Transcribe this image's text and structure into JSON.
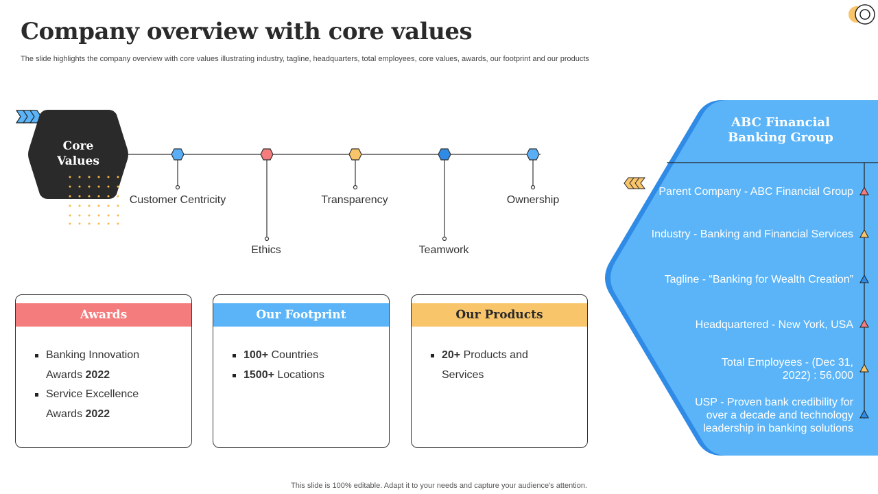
{
  "header": {
    "title": "Company overview with core values",
    "subtitle": "The slide highlights the company overview with core values illustrating industry, tagline, headquarters, total employees, core values, awards, our footprint and our products"
  },
  "core_values": {
    "hex_line1": "Core",
    "hex_line2": "Values",
    "items": [
      {
        "label": "Customer Centricity",
        "color": "#5aaef5"
      },
      {
        "label": "Ethics",
        "color": "#f47c7c"
      },
      {
        "label": "Transparency",
        "color": "#f9c56a"
      },
      {
        "label": "Teamwork",
        "color": "#2f8be6"
      },
      {
        "label": "Ownership",
        "color": "#5aaef5"
      }
    ]
  },
  "cards": {
    "awards": {
      "heading": "Awards",
      "color": "#f47c7c",
      "item1_text": "Banking Innovation",
      "item1_line2": "Awards ",
      "item1_bold": "2022",
      "item2_text": "Service Excellence",
      "item2_line2": "Awards ",
      "item2_bold": "2022"
    },
    "footprint": {
      "heading": "Our Footprint",
      "color": "#5ab4f7",
      "item1_bold": "100+",
      "item1_text": " Countries",
      "item2_bold": "1500+",
      "item2_text": " Locations"
    },
    "products": {
      "heading": "Our Products",
      "color": "#f9c56a",
      "item1_bold": "20+",
      "item1_text": " Products and",
      "item1_line2": "Services"
    }
  },
  "company_panel": {
    "title_line1": "ABC Financial",
    "title_line2": "Banking Group",
    "fill_color": "#5ab4f7",
    "items": [
      {
        "line1": "Parent Company - ABC Financial Group",
        "line2": "",
        "line3": "",
        "marker": "#f47c7c"
      },
      {
        "line1": "Industry  -  Banking and Financial Services",
        "line2": "",
        "line3": "",
        "marker": "#f9c56a"
      },
      {
        "line1": "Tagline -  “Banking for Wealth Creation”",
        "line2": "",
        "line3": "",
        "marker": "#2f8be6"
      },
      {
        "line1": "Headquartered - New York, USA",
        "line2": "",
        "line3": "",
        "marker": "#f47c7c"
      },
      {
        "line1": "Total Employees - (Dec 31,",
        "line2": "2022) : 56,000",
        "line3": "",
        "marker": "#f9c56a"
      },
      {
        "line1": "USP - Proven bank credibility for",
        "line2": "over a decade and technology",
        "line3": "leadership in banking solutions",
        "marker": "#2f8be6"
      }
    ]
  },
  "footer": {
    "text": "This slide is 100% editable. Adapt it to your needs and capture your audience's attention."
  }
}
